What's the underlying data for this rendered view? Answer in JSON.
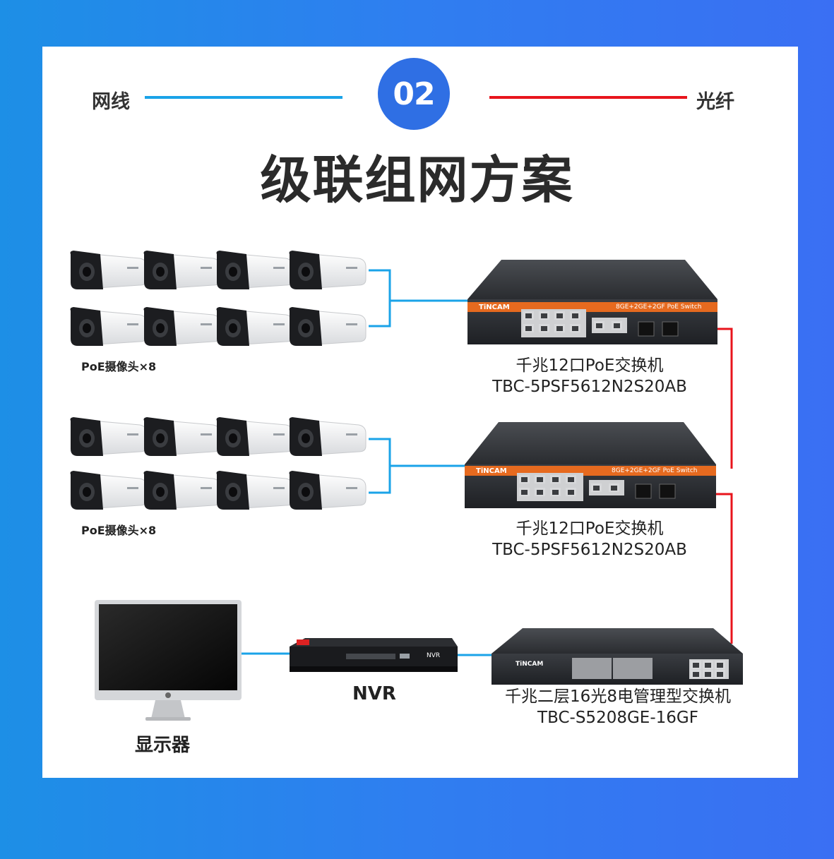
{
  "legend": {
    "cable_label": "网线",
    "fiber_label": "光纤",
    "cable_color": "#1aa3e8",
    "fiber_color": "#e8141c"
  },
  "badge": "02",
  "title": "级联组网方案",
  "camera_groups": [
    {
      "label": "PoE摄像头×8"
    },
    {
      "label": "PoE摄像头×8"
    }
  ],
  "switches": [
    {
      "name": "千兆12口PoE交换机",
      "model": "TBC-5PSF5612N2S20AB",
      "brand": "TiNCAM",
      "panel_text": "8GE+2GE+2GF PoE Switch"
    },
    {
      "name": "千兆12口PoE交换机",
      "model": "TBC-5PSF5612N2S20AB",
      "brand": "TiNCAM",
      "panel_text": "8GE+2GE+2GF PoE Switch"
    }
  ],
  "core_switch": {
    "name": "千兆二层16光8电管理型交换机",
    "model": "TBC-S5208GE-16GF",
    "brand": "TiNCAM"
  },
  "nvr": {
    "label": "NVR",
    "panel_text": "NVR"
  },
  "monitor": {
    "label": "显示器"
  }
}
